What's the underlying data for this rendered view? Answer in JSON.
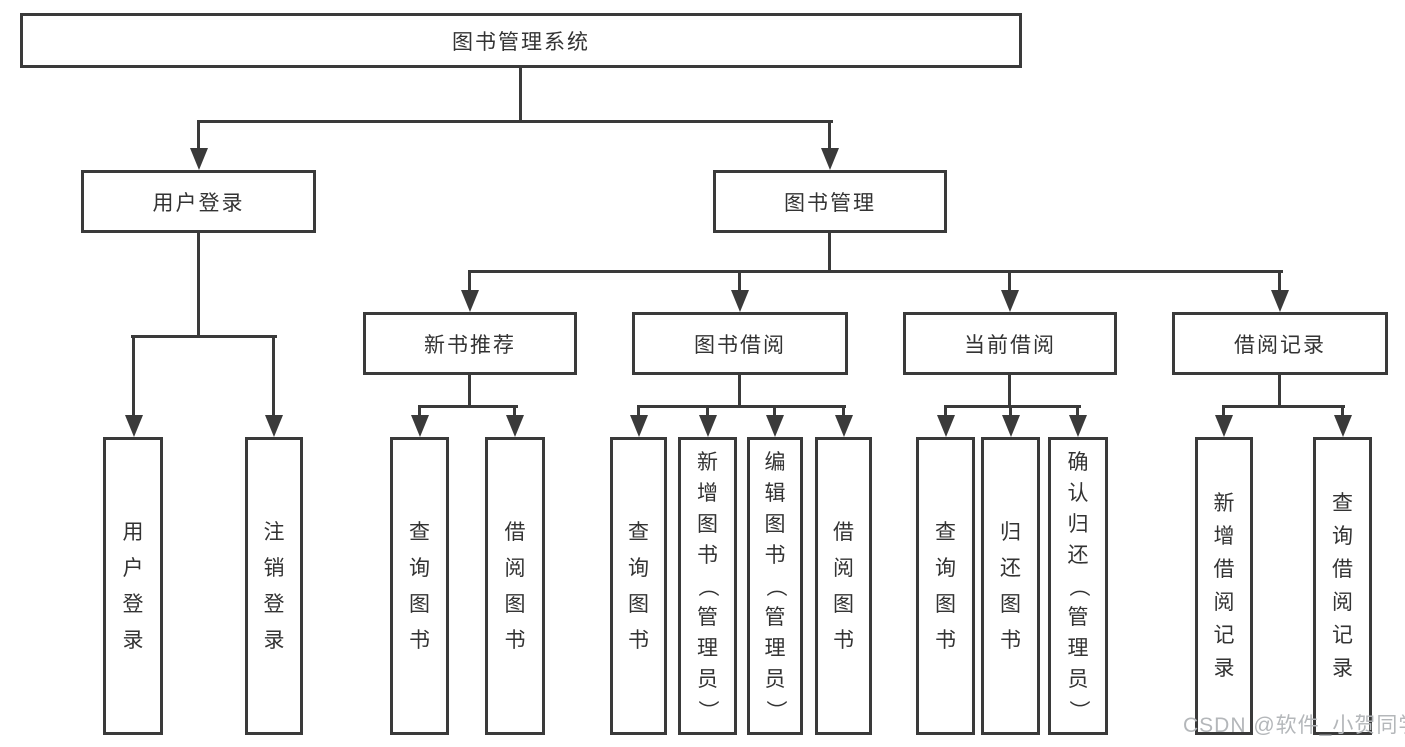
{
  "tree": {
    "root": {
      "label": "图书管理系统"
    },
    "level2": [
      {
        "label": "用户登录",
        "children": [
          "用户登录",
          "注销登录"
        ]
      },
      {
        "label": "图书管理"
      }
    ],
    "level3": [
      {
        "label": "新书推荐",
        "children": [
          "查询图书",
          "借阅图书"
        ]
      },
      {
        "label": "图书借阅",
        "children": [
          "查询图书",
          "新增图书（管理员）",
          "编辑图书（管理员）",
          "借阅图书"
        ]
      },
      {
        "label": "当前借阅",
        "children": [
          "查询图书",
          "归还图书",
          "确认归还（管理员）"
        ]
      },
      {
        "label": "借阅记录",
        "children": [
          "新增借阅记录",
          "查询借阅记录"
        ]
      }
    ]
  },
  "watermark": "CSDN @软件_小贺同学",
  "colors": {
    "line": "#3a3a3a",
    "text": "#333333",
    "watermark": "#b4b7ba",
    "background": "#ffffff"
  }
}
